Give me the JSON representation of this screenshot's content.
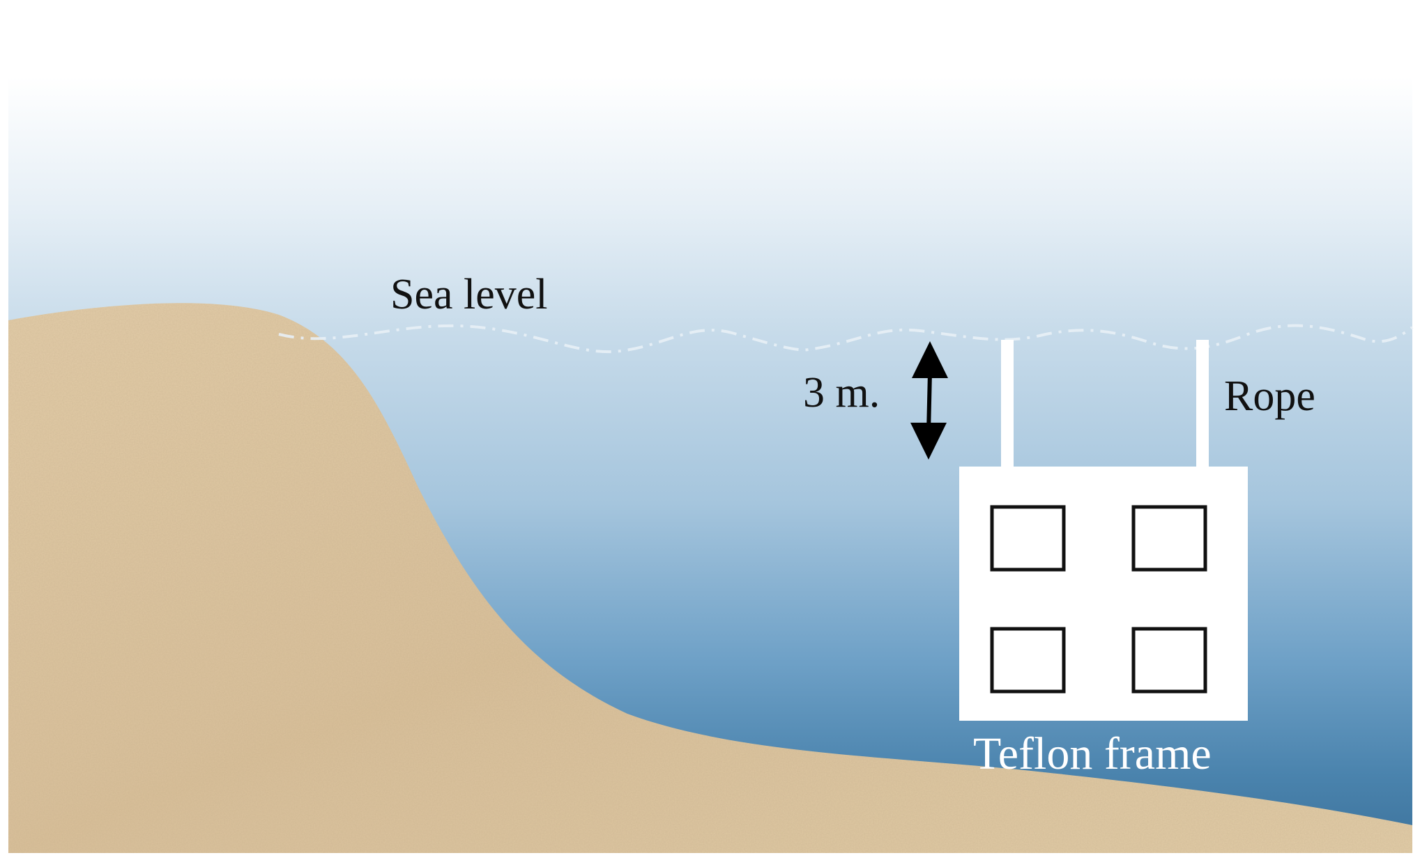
{
  "labels": {
    "sea_level": "Sea level",
    "depth": "3 m.",
    "rope": "Rope",
    "frame": "Teflon frame"
  },
  "colors": {
    "sky_top": "#ffffff",
    "water_surface": "#c9dcea",
    "water_deep": "#3f78a3",
    "sand": "#dcc4a0",
    "frame": "#ffffff",
    "frame_window_border": "#111111",
    "arrow": "#000000",
    "label_dark": "#111111",
    "label_light": "#ffffff"
  },
  "frame": {
    "window_count": 4,
    "rope_count": 2
  }
}
